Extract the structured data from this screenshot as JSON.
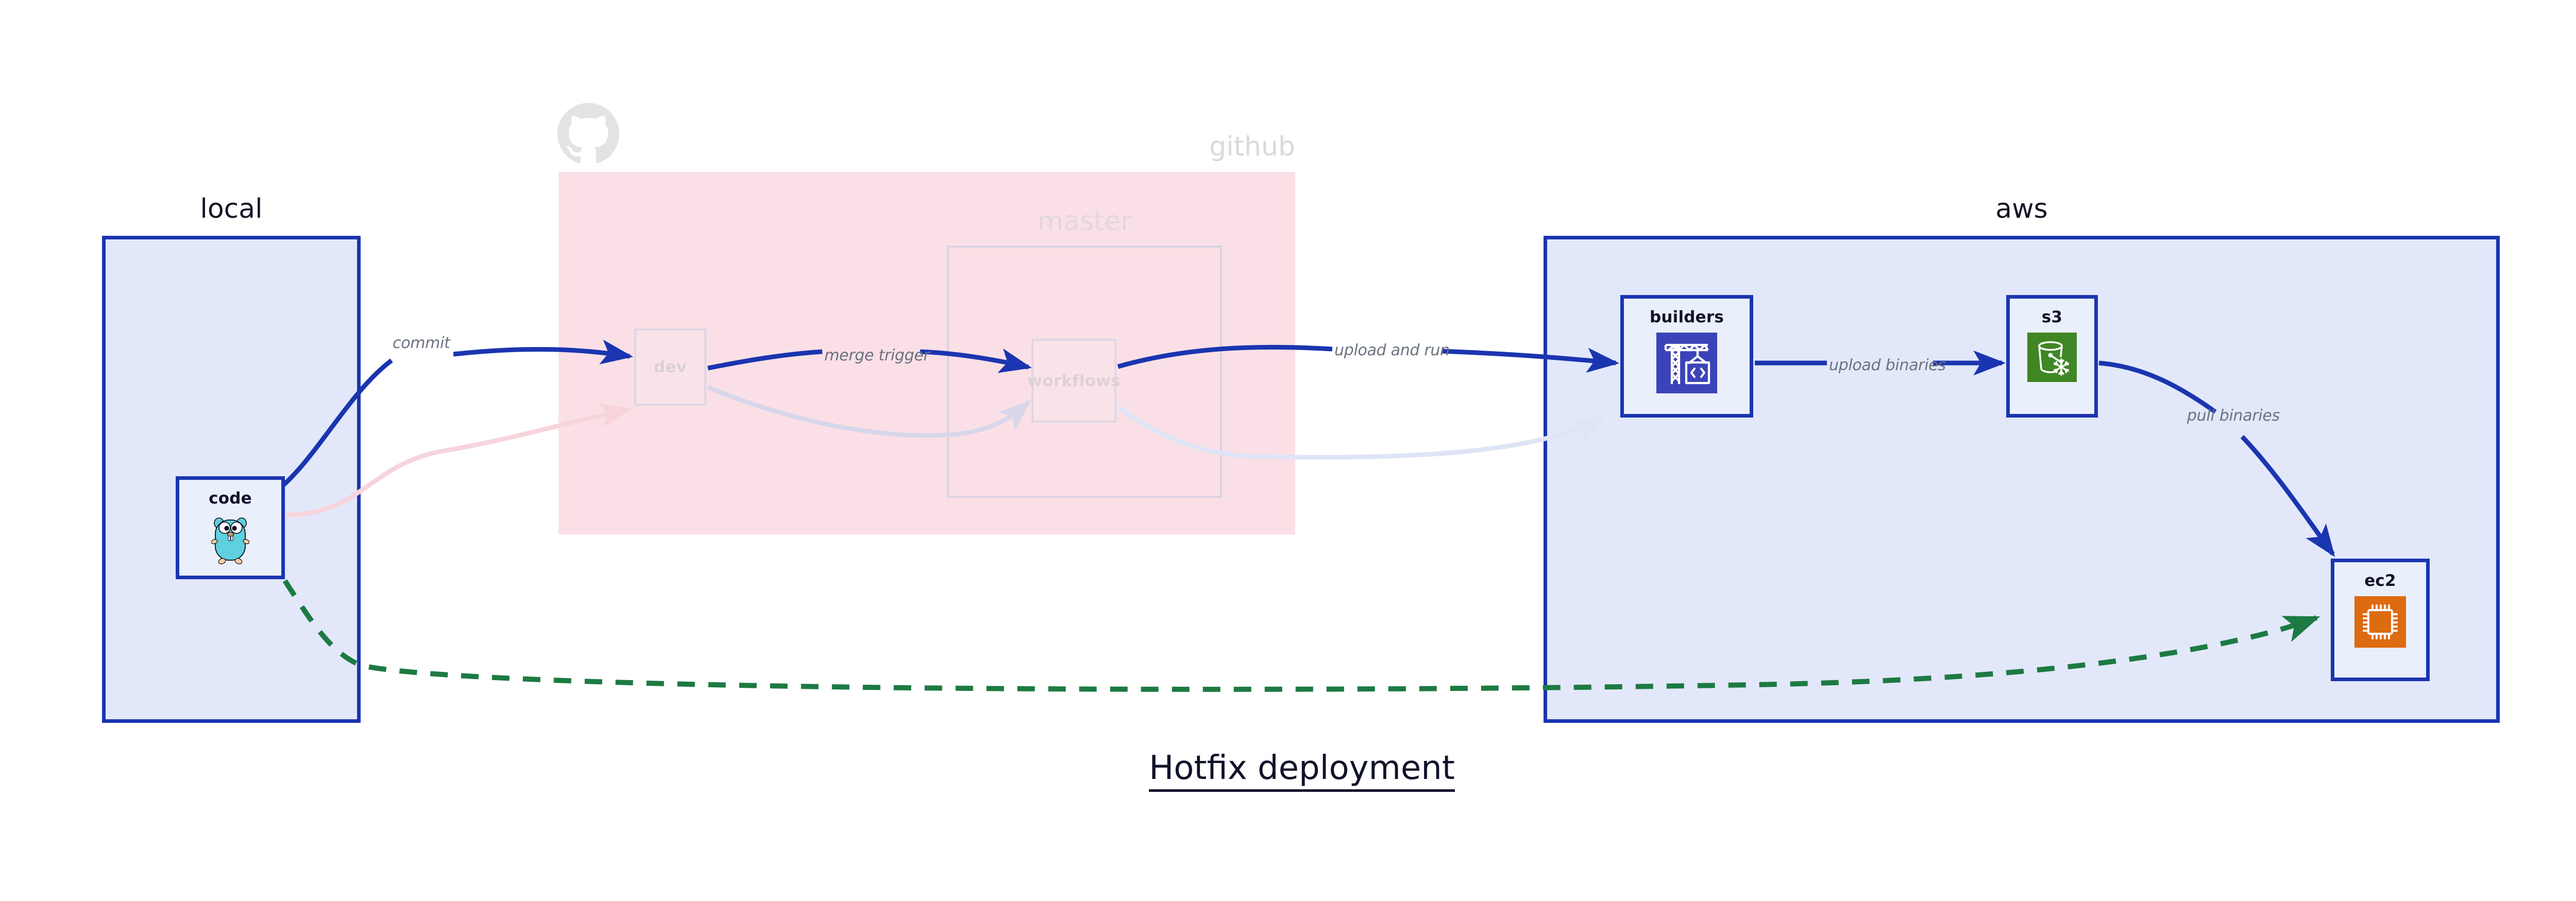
{
  "diagram": {
    "title": "Hotfix deployment",
    "groups": [
      {
        "id": "local",
        "label": "local",
        "fill": "#e2e8fa",
        "stroke": "#1a35b0",
        "faded": false
      },
      {
        "id": "github",
        "label": "github",
        "fill": "#fae0e6",
        "stroke": "none",
        "faded": true
      },
      {
        "id": "master",
        "label": "master",
        "fill": "none",
        "stroke": "#d9d2e3",
        "faded": true
      },
      {
        "id": "aws",
        "label": "aws",
        "fill": "#e2e8fa",
        "stroke": "#1a35b0",
        "faded": false
      }
    ],
    "nodes": [
      {
        "id": "code",
        "label": "code",
        "group": "local",
        "icon": "go-gopher-icon",
        "icon_color": "#5fd0de",
        "faded": false
      },
      {
        "id": "dev",
        "label": "dev",
        "group": "github",
        "icon": null,
        "icon_color": null,
        "faded": true
      },
      {
        "id": "workflows",
        "label": "workflows",
        "group": "master",
        "icon": null,
        "icon_color": null,
        "faded": true
      },
      {
        "id": "builders",
        "label": "builders",
        "group": "aws",
        "icon": "crane-code-icon",
        "icon_color": "#3b43b8",
        "faded": false
      },
      {
        "id": "s3",
        "label": "s3",
        "group": "aws",
        "icon": "bucket-snowflake-icon",
        "icon_color": "#3f8624",
        "faded": false
      },
      {
        "id": "ec2",
        "label": "ec2",
        "group": "aws",
        "icon": "cpu-chip-icon",
        "icon_color": "#dd6b10",
        "faded": false
      }
    ],
    "edges": [
      {
        "from": "code",
        "to": "dev",
        "label": "commit",
        "style": "solid",
        "color": "#1a35b0",
        "faded": false
      },
      {
        "from": "dev",
        "to": "workflows",
        "label": "merge trigger",
        "style": "solid",
        "color": "#1a35b0",
        "faded": false
      },
      {
        "from": "workflows",
        "to": "builders",
        "label": "upload and run",
        "style": "solid",
        "color": "#1a35b0",
        "faded": false
      },
      {
        "from": "builders",
        "to": "s3",
        "label": "upload binaries",
        "style": "solid",
        "color": "#1a35b0",
        "faded": false
      },
      {
        "from": "s3",
        "to": "ec2",
        "label": "pull binaries",
        "style": "solid",
        "color": "#1a35b0",
        "faded": false
      },
      {
        "from": "code",
        "to": "ec2",
        "label": "",
        "style": "dashed",
        "color": "#1d7a42",
        "faded": false
      },
      {
        "from": "code",
        "to": "dev",
        "label": "",
        "style": "solid",
        "color": "#f7d4dc",
        "faded": true
      },
      {
        "from": "dev",
        "to": "workflows",
        "label": "",
        "style": "solid",
        "color": "#d8d6ea",
        "faded": true
      },
      {
        "from": "workflows",
        "to": "builders",
        "label": "",
        "style": "solid",
        "color": "#dfe4f6",
        "faded": true
      }
    ],
    "colors": {
      "accent_blue": "#1a35b0",
      "node_fill": "#eaeffc",
      "local_fill": "#e2e8fa",
      "github_fill": "#fae0e6",
      "aws_fill": "#e2e8fa",
      "green_dashed": "#1d7a42",
      "label_text": "#6b7280",
      "title_text": "#11132a",
      "faded_text": "#ded0d8"
    },
    "logo": {
      "name": "github-octocat-icon",
      "color": "#e3e3e3"
    }
  }
}
